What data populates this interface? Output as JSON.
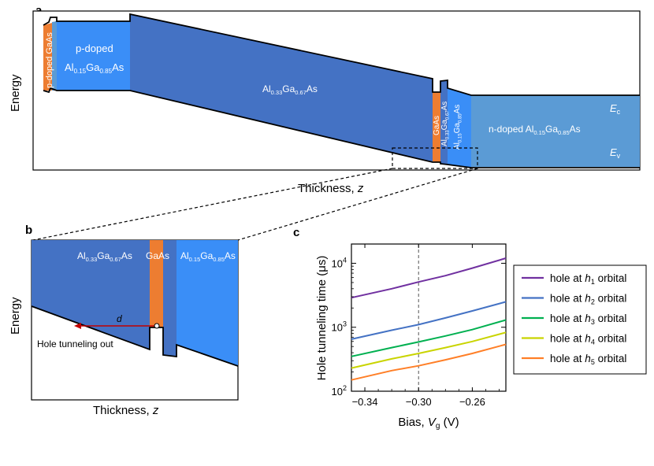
{
  "panels": {
    "a": "a",
    "b": "b",
    "c": "c"
  },
  "panel_a": {
    "ylabel": "Energy",
    "xlabel_text": "Thickness, ",
    "xlabel_var": "z",
    "layers": {
      "pdoped_gaas": "p-doped GaAs",
      "pdoped_line1": "p-doped",
      "al15": {
        "base": "Al",
        "s1": "0.15",
        "mid": "Ga",
        "s2": "0.85",
        "tail": "As"
      },
      "al33": {
        "base": "Al",
        "s1": "0.33",
        "mid": "Ga",
        "s2": "0.67",
        "tail": "As"
      },
      "gaas": "GaAs",
      "al33_thin": {
        "base": "Al",
        "s1": "0.33",
        "mid": "Ga",
        "s2": "0.67",
        "tail": "As"
      },
      "al15_thin": {
        "base": "Al",
        "s1": "0.15",
        "mid": "Ga",
        "s2": "0.85",
        "tail": "As"
      },
      "ndoped_prefix": "n-doped ",
      "ndoped": {
        "base": "Al",
        "s1": "0.15",
        "mid": "Ga",
        "s2": "0.85",
        "tail": "As"
      }
    },
    "ec": {
      "base": "E",
      "sub": "c"
    },
    "ev": {
      "base": "E",
      "sub": "v"
    }
  },
  "panel_b": {
    "ylabel": "Energy",
    "xlabel_text": "Thickness, ",
    "xlabel_var": "z",
    "al33": {
      "base": "Al",
      "s1": "0.33",
      "mid": "Ga",
      "s2": "0.67",
      "tail": "As"
    },
    "gaas": "GaAs",
    "al15": {
      "base": "Al",
      "s1": "0.15",
      "mid": "Ga",
      "s2": "0.85",
      "tail": "As"
    },
    "distance_label": "d",
    "tunneling_label": "Hole tunneling out"
  },
  "colors": {
    "algaas33": "#4472c4",
    "algaas15": "#3a8ef7",
    "ndoped": "#5b9bd5",
    "gaas": "#ed7d31",
    "arrow": "#c00000"
  },
  "chart_data": {
    "type": "line",
    "ylabel_text": "Hole tunneling time (μs)",
    "xlabel_text": "Bias, ",
    "xlabel_var": "V",
    "xlabel_sub": "g",
    "xlabel_unit": " (V)",
    "xlim": [
      -0.35,
      -0.235
    ],
    "ylim": [
      100,
      20000
    ],
    "yscale": "log",
    "x_ticks": [
      -0.34,
      -0.3,
      -0.26
    ],
    "x_tick_labels": [
      "−0.34",
      "−0.30",
      "−0.26"
    ],
    "y_ticks": [
      100,
      1000,
      10000
    ],
    "y_tick_labels": [
      {
        "base": "10",
        "exp": "2"
      },
      {
        "base": "10",
        "exp": "3"
      },
      {
        "base": "10",
        "exp": "4"
      }
    ],
    "vline": -0.3,
    "x": [
      -0.35,
      -0.32,
      -0.3,
      -0.28,
      -0.26,
      -0.235
    ],
    "series": [
      {
        "label_pre": "hole at ",
        "label_var": "h",
        "label_sub": "1",
        "label_post": " orbital",
        "color": "#7030a0",
        "values": [
          2900,
          4000,
          5100,
          6400,
          8400,
          12000
        ]
      },
      {
        "label_pre": "hole at ",
        "label_var": "h",
        "label_sub": "2",
        "label_post": " orbital",
        "color": "#4472c4",
        "values": [
          650,
          900,
          1100,
          1400,
          1800,
          2500
        ]
      },
      {
        "label_pre": "hole at ",
        "label_var": "h",
        "label_sub": "3",
        "label_post": " orbital",
        "color": "#00b050",
        "values": [
          350,
          480,
          590,
          730,
          920,
          1300
        ]
      },
      {
        "label_pre": "hole at ",
        "label_var": "h",
        "label_sub": "4",
        "label_post": " orbital",
        "color": "#c9d400",
        "values": [
          230,
          320,
          390,
          480,
          600,
          830
        ]
      },
      {
        "label_pre": "hole at ",
        "label_var": "h",
        "label_sub": "5",
        "label_post": " orbital",
        "color": "#ff7f27",
        "values": [
          150,
          210,
          250,
          310,
          390,
          540
        ]
      }
    ],
    "legend_position": "right"
  }
}
